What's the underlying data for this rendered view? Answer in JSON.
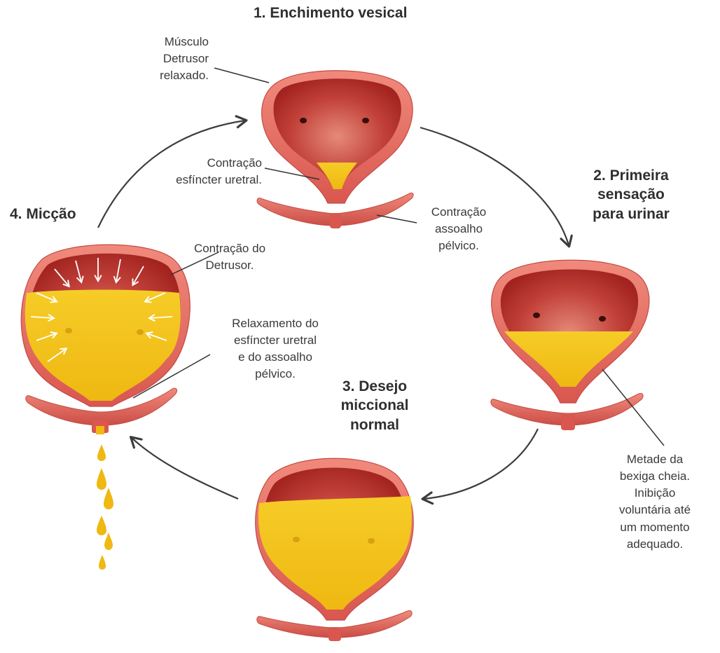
{
  "stages": [
    {
      "title": "1. Enchimento vesical"
    },
    {
      "title": "2. Primeira\nsensação\npara urinar"
    },
    {
      "title": "3. Desejo\nmiccional\nnormal"
    },
    {
      "title": "4. Micção"
    }
  ],
  "notes": {
    "detrusor_relaxed": "Músculo\nDetrusor\nrelaxado.",
    "sphincter_contraction": "Contração\nesfíncter uretral.",
    "pelvic_floor_contraction": "Contração\nassoalho\npélvico.",
    "half_full": "Metade da\nbexiga cheia.\nInibição\nvoluntária até\num momento\nadequado.",
    "detrusor_contraction": "Contração do\nDetrusor.",
    "relaxation": "Relaxamento do\nesfíncter uretral\ne do assoalho\npélvico."
  },
  "colors": {
    "wall": "#e06a5f",
    "wall_dark": "#c44a44",
    "cavity": "#b8312c",
    "urine": "#f3c318",
    "urine_dark": "#e3a80c",
    "arrow": "#3d3d3d",
    "leader": "#333333"
  },
  "fill_levels": {
    "stage_1": 0.15,
    "stage_2": 0.5,
    "stage_3": 0.85,
    "stage_4": 0.85
  },
  "icons": [
    "cycle-arrow-icon",
    "bladder-icon",
    "urine-drop-icon",
    "contraction-arrow-icon"
  ]
}
